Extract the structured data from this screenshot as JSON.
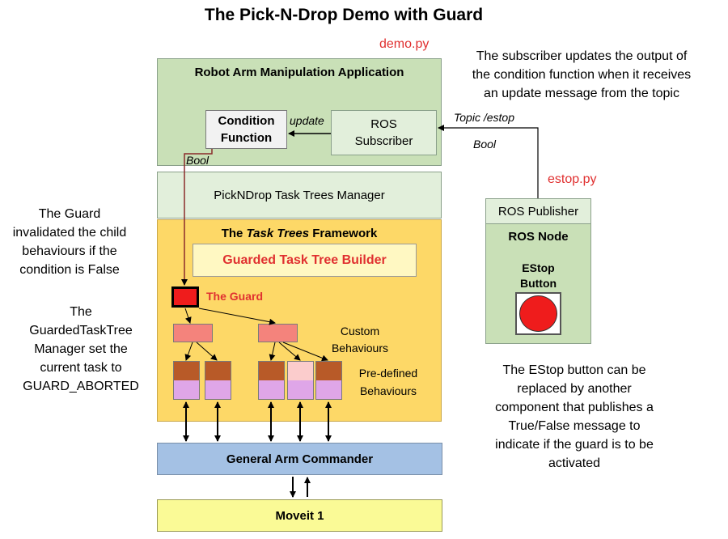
{
  "title": "The Pick-N-Drop Demo with Guard",
  "files": {
    "demo": "demo.py",
    "estop": "estop.py"
  },
  "app_box": {
    "title": "Robot Arm Manipulation Application",
    "condition_function": [
      "Condition",
      "Function"
    ],
    "update_label": "update",
    "ros_subscriber": [
      "ROS",
      "Subscriber"
    ],
    "bool_label": "Bool"
  },
  "manager_box": {
    "label": "PickNDrop Task Trees Manager"
  },
  "framework": {
    "title_pre": "The ",
    "title_em": "Task Trees",
    "title_post": " Framework",
    "builder": "Guarded Task Tree Builder",
    "guard": "The Guard",
    "custom": [
      "Custom",
      "Behaviours"
    ],
    "predefined": [
      "Pre-defined",
      "Behaviours"
    ]
  },
  "commander": "General Arm Commander",
  "moveit": "Moveit 1",
  "topic": {
    "name": "Topic /estop",
    "type": "Bool"
  },
  "ros_node": {
    "publisher": "ROS Publisher",
    "node": "ROS Node",
    "button_label": [
      "EStop",
      "Button"
    ]
  },
  "notes": {
    "subscriber": [
      "The subscriber updates the output of",
      "the condition function when it receives",
      "an update message from the topic"
    ],
    "guard": [
      "The Guard",
      "invalidated the child",
      "behaviours if the",
      "condition is False"
    ],
    "manager": [
      "The",
      "GuardedTaskTree",
      "Manager set the",
      "current task to",
      "GUARD_ABORTED"
    ],
    "estop": [
      "The EStop button can be",
      "replaced by another",
      "component that publishes a",
      "True/False message to",
      "indicate if the guard is to be",
      "activated"
    ]
  },
  "colors": {
    "app_green": "#c9e0b7",
    "manager_green": "#e2efdb",
    "framework_orange": "#fdd867",
    "commander_blue": "#a4c1e4",
    "moveit_yellow": "#fafa96",
    "guard_red": "#ef1c1c",
    "custom_pink": "#f4837c",
    "predef_brown": "#b85a28",
    "predef_violet": "#dfa6e8",
    "predef_light_pink": "#fbcccc",
    "estop_red": "#ef1c1c"
  }
}
